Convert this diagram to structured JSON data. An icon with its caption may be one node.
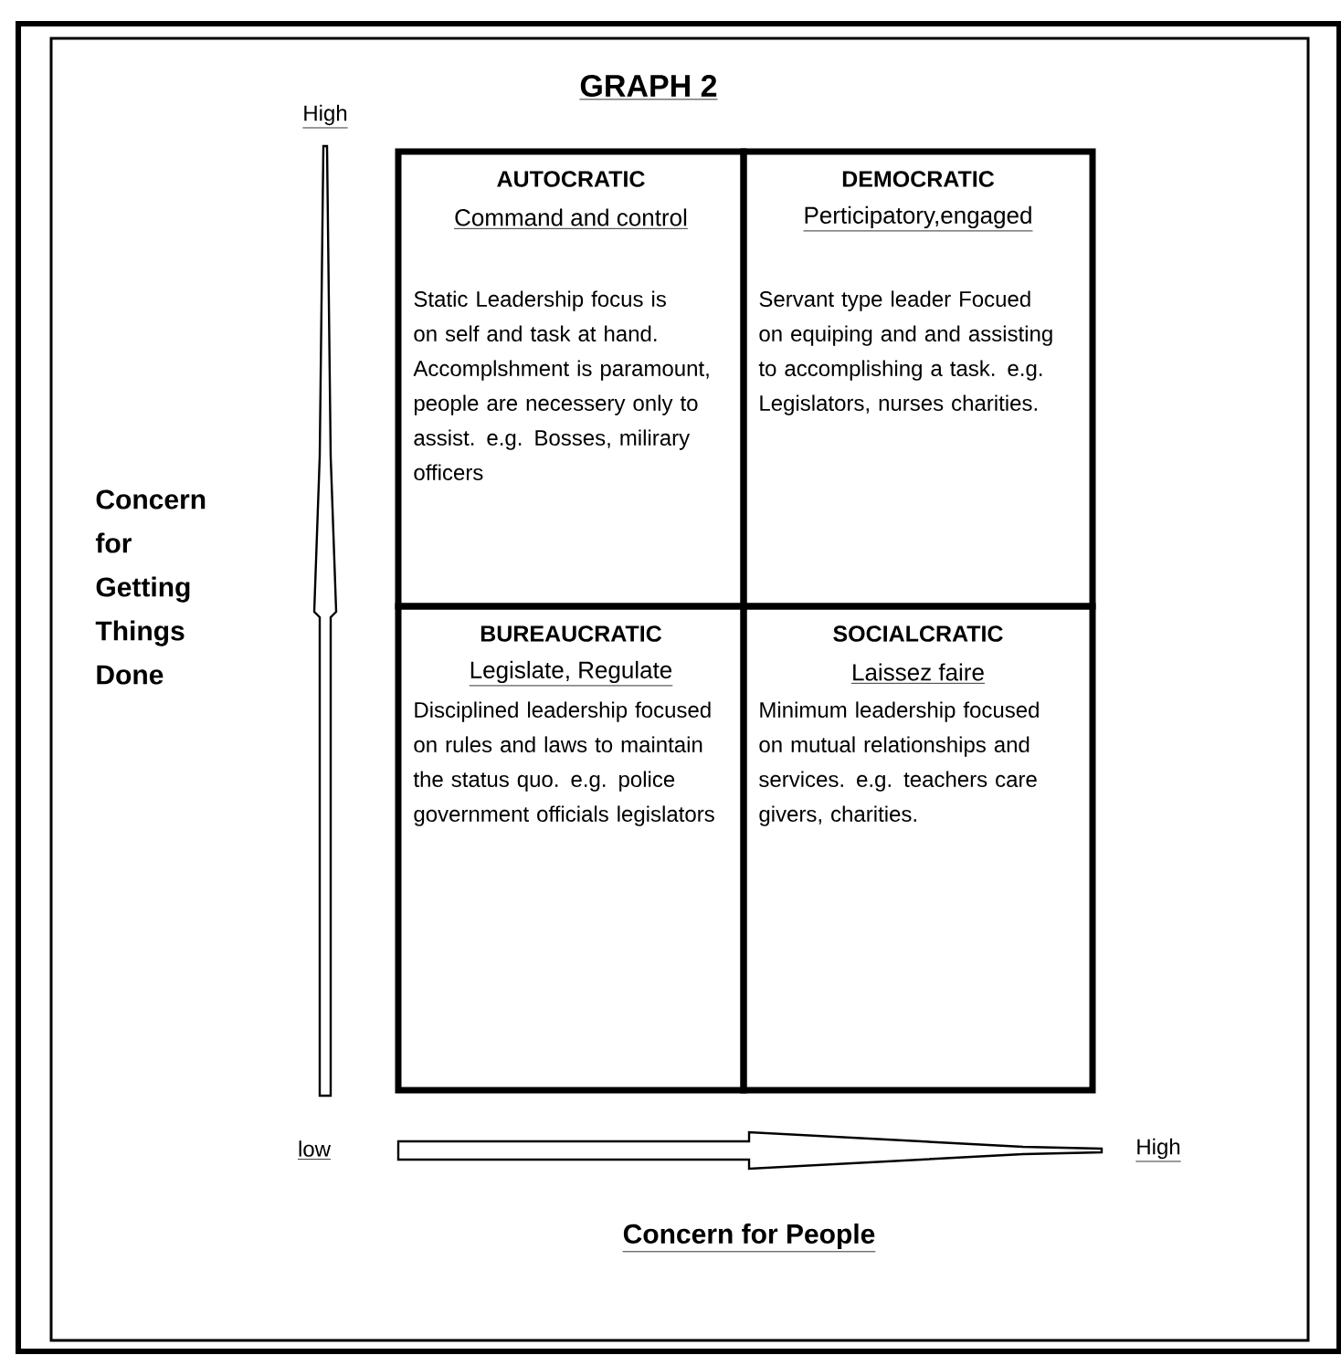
{
  "diagram": {
    "title": "GRAPH 2",
    "nodes": [
      {
        "text": [
          "AUTOCRATIC",
          "Command and control",
          "Static Leadership focus is on self and task at hand. Accomplshment is paramount, people are necessery only to assist. e.g. Bosses, milirary officers"
        ]
      },
      {
        "text": [
          "DEMOCRATIC",
          "Perticipatory,engaged",
          "Servant type leader Focued on equiping and and assisting to accomplishing a task. e.g. Legislators, nurses charities."
        ]
      },
      {
        "text": [
          "BUREAUCRATIC",
          "Legislate, Regulate",
          "Disciplined leadership focused on rules and laws to maintain the status quo. e.g. police government officials legislators"
        ]
      },
      {
        "text": [
          "SOCIALCRATIC",
          "Laissez faire",
          "Minimum leadership focused on mutual relationships and services. e.g. teachers care givers, charities."
        ]
      }
    ],
    "labels": [
      "High",
      "Concern for Getting Things Done",
      "low",
      "High",
      "Concern for People"
    ]
  }
}
